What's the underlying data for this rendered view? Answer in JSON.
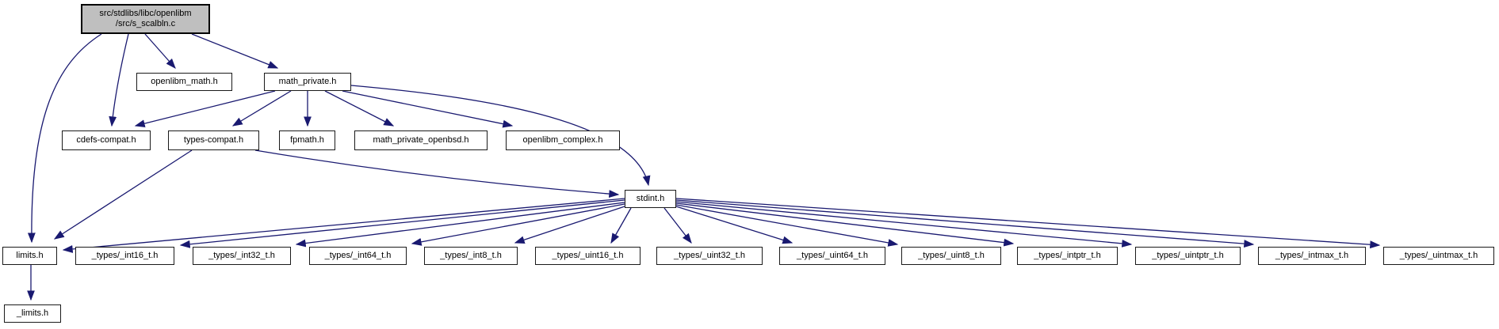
{
  "diagram": {
    "type": "include-dependency-graph",
    "nodes": {
      "root": {
        "label": "src/stdlibs/libc/openlibm\n/src/s_scalbln.c"
      },
      "openlibm_math": {
        "label": "openlibm_math.h"
      },
      "math_private": {
        "label": "math_private.h"
      },
      "cdefs_compat": {
        "label": "cdefs-compat.h"
      },
      "types_compat": {
        "label": "types-compat.h"
      },
      "fpmath": {
        "label": "fpmath.h"
      },
      "math_private_openbsd": {
        "label": "math_private_openbsd.h"
      },
      "openlibm_complex": {
        "label": "openlibm_complex.h"
      },
      "stdint": {
        "label": "stdint.h"
      },
      "limits": {
        "label": "limits.h"
      },
      "int16": {
        "label": "_types/_int16_t.h"
      },
      "int32": {
        "label": "_types/_int32_t.h"
      },
      "int64": {
        "label": "_types/_int64_t.h"
      },
      "int8": {
        "label": "_types/_int8_t.h"
      },
      "uint16": {
        "label": "_types/_uint16_t.h"
      },
      "uint32": {
        "label": "_types/_uint32_t.h"
      },
      "uint64": {
        "label": "_types/_uint64_t.h"
      },
      "uint8": {
        "label": "_types/_uint8_t.h"
      },
      "intptr": {
        "label": "_types/_intptr_t.h"
      },
      "uintptr": {
        "label": "_types/_uintptr_t.h"
      },
      "intmax": {
        "label": "_types/_intmax_t.h"
      },
      "uintmax": {
        "label": "_types/_uintmax_t.h"
      },
      "limits_private": {
        "label": "_limits.h"
      }
    },
    "edges": [
      {
        "from": "root",
        "to": "openlibm_math"
      },
      {
        "from": "root",
        "to": "math_private"
      },
      {
        "from": "root",
        "to": "cdefs_compat"
      },
      {
        "from": "root",
        "to": "limits"
      },
      {
        "from": "math_private",
        "to": "cdefs_compat"
      },
      {
        "from": "math_private",
        "to": "types_compat"
      },
      {
        "from": "math_private",
        "to": "fpmath"
      },
      {
        "from": "math_private",
        "to": "math_private_openbsd"
      },
      {
        "from": "math_private",
        "to": "openlibm_complex"
      },
      {
        "from": "math_private",
        "to": "stdint"
      },
      {
        "from": "types_compat",
        "to": "limits"
      },
      {
        "from": "types_compat",
        "to": "stdint"
      },
      {
        "from": "limits",
        "to": "limits_private"
      },
      {
        "from": "stdint",
        "to": "limits"
      },
      {
        "from": "stdint",
        "to": "int16"
      },
      {
        "from": "stdint",
        "to": "int32"
      },
      {
        "from": "stdint",
        "to": "int64"
      },
      {
        "from": "stdint",
        "to": "int8"
      },
      {
        "from": "stdint",
        "to": "uint16"
      },
      {
        "from": "stdint",
        "to": "uint32"
      },
      {
        "from": "stdint",
        "to": "uint64"
      },
      {
        "from": "stdint",
        "to": "uint8"
      },
      {
        "from": "stdint",
        "to": "intptr"
      },
      {
        "from": "stdint",
        "to": "uintptr"
      },
      {
        "from": "stdint",
        "to": "intmax"
      },
      {
        "from": "stdint",
        "to": "uintmax"
      }
    ],
    "colors": {
      "edge": "#191970",
      "node_border": "#1a1a1a",
      "node_fill": "#ffffff",
      "root_fill": "#bfbfbf"
    }
  }
}
